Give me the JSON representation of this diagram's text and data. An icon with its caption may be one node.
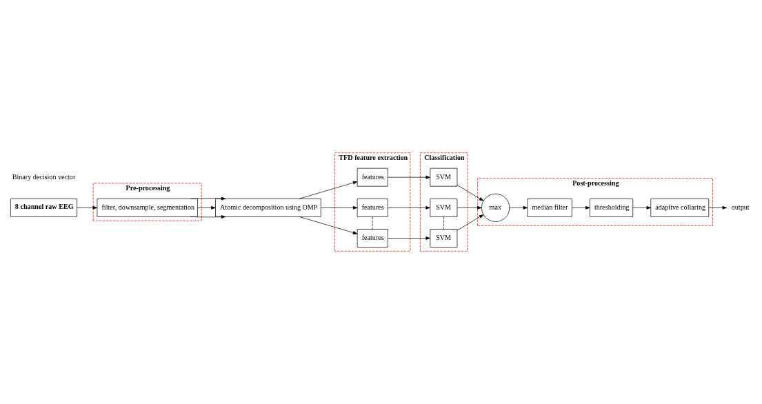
{
  "diagram": {
    "nodes": [
      {
        "text": [
          "8 channel raw EEG"
        ]
      },
      {
        "text": [
          "Pre-processing"
        ]
      },
      {
        "text": [
          "filter, downsample, segmentation"
        ],
        "in": 1
      },
      {
        "text": [
          "Atomic decomposition using OMP"
        ]
      },
      {
        "text": [
          "TFD feature extraction"
        ]
      },
      {
        "text": [
          "features"
        ],
        "in": 4
      },
      {
        "text": [
          "features"
        ],
        "in": 4
      },
      {
        "text": [
          "features"
        ],
        "in": 4
      },
      {
        "text": [
          "Classification"
        ]
      },
      {
        "text": [
          "SVM"
        ],
        "in": 8
      },
      {
        "text": [
          "SVM"
        ],
        "in": 8
      },
      {
        "text": [
          "SVM"
        ],
        "in": 8
      },
      {
        "text": [
          "Post-processing"
        ]
      },
      {
        "text": [
          "adaptive collaring"
        ],
        "in": 12
      },
      {
        "text": [
          "thresholding"
        ],
        "in": 12
      },
      {
        "text": [
          "median filter"
        ],
        "in": 12
      },
      {
        "text": [
          "max"
        ],
        "in": 12
      },
      {
        "text": [
          "output"
        ]
      }
    ],
    "edges": [
      {
        "from": 0,
        "to": 2,
        "arrow": "to"
      },
      {
        "from": 2,
        "to": 3,
        "arrow": "to"
      },
      {
        "from": 2,
        "to": 3,
        "arrow": "to"
      },
      {
        "from": 2,
        "to": 3,
        "arrow": "to"
      },
      {
        "from": 3,
        "to": 5,
        "arrow": "to"
      },
      {
        "from": 3,
        "to": 6,
        "arrow": "to"
      },
      {
        "from": 3,
        "to": 7,
        "arrow": "to"
      },
      {
        "from": 6,
        "to": 7,
        "arrow": "none",
        "style": "dashed"
      },
      {
        "from": 5,
        "to": 9,
        "arrow": "to"
      },
      {
        "from": 6,
        "to": 10,
        "arrow": "to"
      },
      {
        "from": 7,
        "to": 11,
        "arrow": "to"
      },
      {
        "from": 10,
        "to": 11,
        "arrow": "none",
        "style": "dashed"
      },
      {
        "from": 9,
        "to": 16,
        "arrow": "to"
      },
      {
        "from": 10,
        "to": 16,
        "arrow": "to"
      },
      {
        "from": 11,
        "to": 16,
        "arrow": "to"
      },
      {
        "from": 16,
        "to": 15,
        "arrow": "to"
      },
      {
        "from": 15,
        "to": 14,
        "arrow": "to"
      },
      {
        "from": 14,
        "to": 13,
        "arrow": "to"
      },
      {
        "from": 13,
        "to": 17,
        "arrow": "to"
      }
    ],
    "labels": [
      "Binary decision vector"
    ]
  }
}
